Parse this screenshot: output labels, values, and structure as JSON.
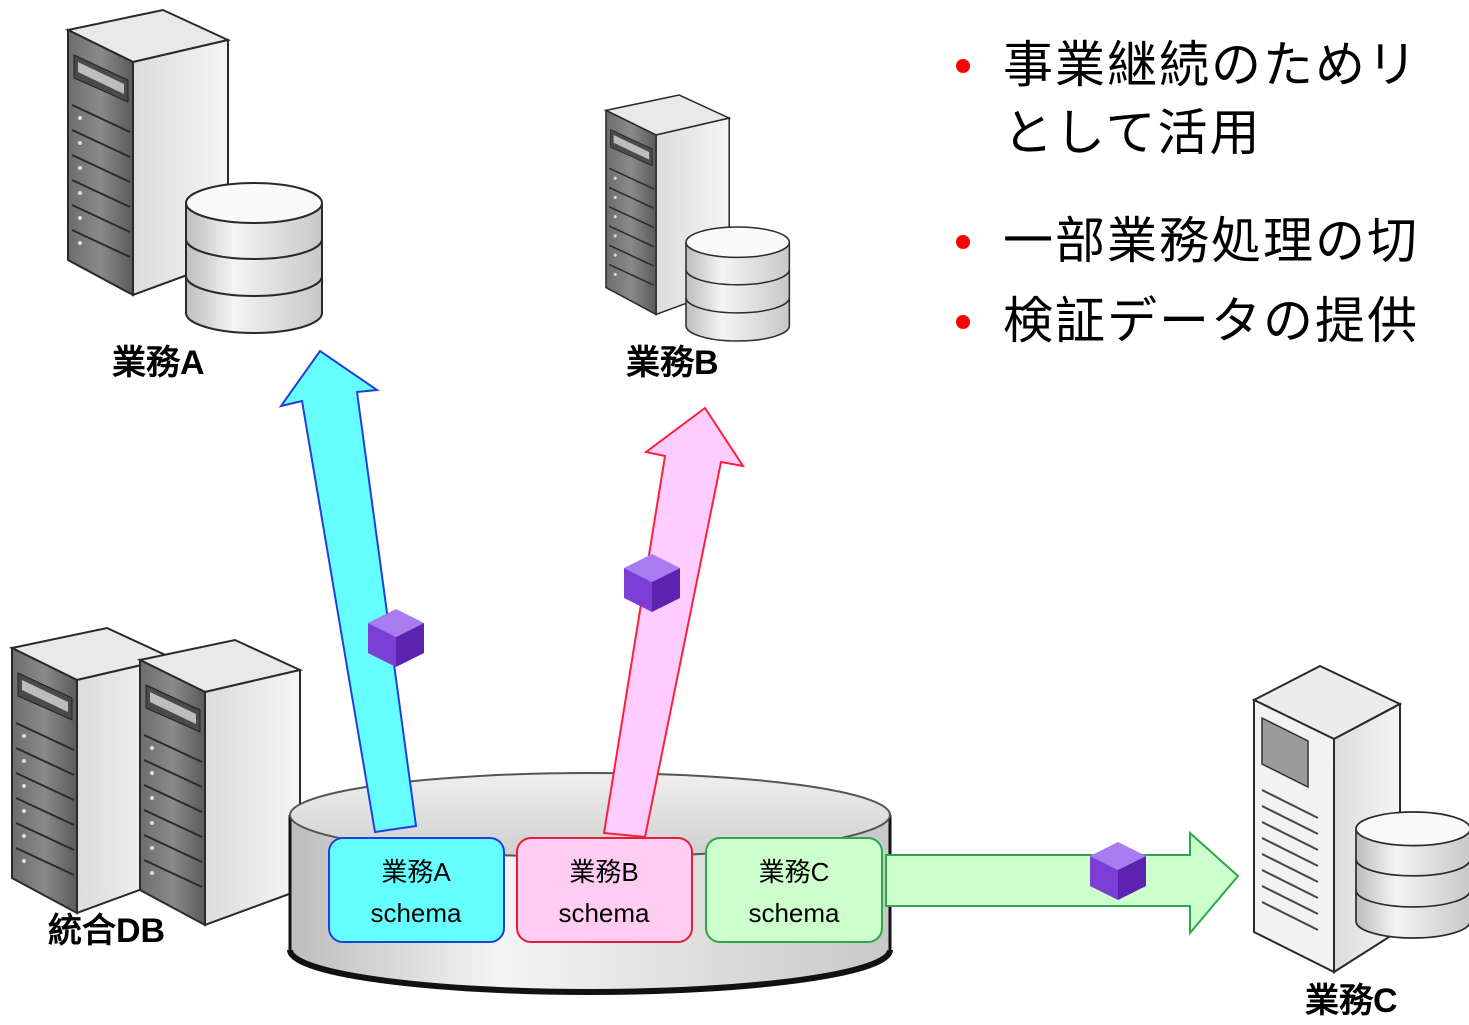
{
  "bullets": [
    {
      "line1": "事業継続のためリ",
      "line2": "として活用"
    },
    {
      "line1": "一部業務処理の切"
    },
    {
      "line1": "検証データの提供"
    }
  ],
  "labels": {
    "server_a": "業務A",
    "server_b": "業務B",
    "server_c": "業務C",
    "integrated_db": "統合DB"
  },
  "schemas": [
    {
      "line1": "業務A",
      "line2": "schema",
      "fill": "#66ffff",
      "stroke": "#1f3fdf"
    },
    {
      "line1": "業務B",
      "line2": "schema",
      "fill": "#ffccf2",
      "stroke": "#e0203a"
    },
    {
      "line1": "業務C",
      "line2": "schema",
      "fill": "#ccffcc",
      "stroke": "#2aa84a"
    }
  ],
  "colors": {
    "arrow_a": "#66ffff",
    "arrow_b": "#ffccff",
    "arrow_c": "#ccffcc",
    "data_cube": "#7b3fd6",
    "bullet": "#ff0000"
  }
}
